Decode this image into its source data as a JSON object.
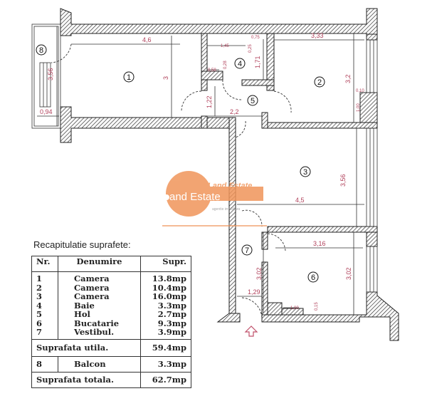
{
  "floorplan": {
    "rooms": [
      {
        "id": "1",
        "dims": [
          "4,6",
          "3"
        ]
      },
      {
        "id": "2",
        "dims": [
          "3,33",
          "3,2"
        ]
      },
      {
        "id": "3",
        "dims": [
          "4,5",
          "3,56"
        ]
      },
      {
        "id": "4",
        "dims": [
          "1,45",
          "1,71",
          "0,75",
          "0,25",
          "0,58",
          "0,28"
        ]
      },
      {
        "id": "5",
        "dims": [
          "2,2",
          "1,22"
        ]
      },
      {
        "id": "6",
        "dims": [
          "3,16",
          "3,02",
          "1,00",
          "0,15"
        ]
      },
      {
        "id": "7",
        "dims": [
          "3,02",
          "1,29"
        ]
      },
      {
        "id": "8",
        "dims": [
          "3,56",
          "0,94"
        ]
      }
    ],
    "extra_dims": [
      "0,10",
      "1,00"
    ],
    "labels": {
      "d_4_6": "4,6",
      "d_3": "3",
      "d_3_56_balcon": "3,56",
      "d_0_94": "0,94",
      "d_3_33": "3,33",
      "d_3_2": "3,2",
      "d_1_45": "1,45",
      "d_0_75": "0,75",
      "d_0_25": "0,25",
      "d_1_71": "1,71",
      "d_0_58": "0,58",
      "d_0_28": "0,28",
      "d_1_22": "1,22",
      "d_2_2": "2,2",
      "d_0_10": "0,10",
      "d_1_00_r2": "1,00",
      "d_3_56": "3,56",
      "d_4_5": "4,5",
      "d_3_16": "3,16",
      "d_3_02_k": "3,02",
      "d_3_02_v": "3,02",
      "d_1_29": "1,29",
      "d_1_00_k": "1,00",
      "d_0_15": "0,15",
      "n1": "1",
      "n2": "2",
      "n3": "3",
      "n4": "4",
      "n5": "5",
      "n6": "6",
      "n7": "7",
      "n8": "8"
    },
    "entrance_icon": "arrow-up-outline-icon"
  },
  "watermark": {
    "brand": "Land Estate",
    "bg_text": "and Estate",
    "sub": "agentie imobiliara",
    "color": "#f0955a"
  },
  "summary": {
    "title": "Recapitulatie suprafete:",
    "headers": [
      "Nr.",
      "Denumire",
      "Supr."
    ],
    "rows": [
      {
        "nr": "1",
        "name": "Camera",
        "area": "13.8mp"
      },
      {
        "nr": "2",
        "name": "Camera",
        "area": "10.4mp"
      },
      {
        "nr": "3",
        "name": "Camera",
        "area": "16.0mp"
      },
      {
        "nr": "4",
        "name": "Baie",
        "area": "3.3mp"
      },
      {
        "nr": "5",
        "name": "Hol",
        "area": "2.7mp"
      },
      {
        "nr": "6",
        "name": "Bucatarie",
        "area": "9.3mp"
      },
      {
        "nr": "7",
        "name": "Vestibul.",
        "area": "3.9mp"
      }
    ],
    "useful_label": "Suprafata utila.",
    "useful_value": "59.4mp",
    "balcony": {
      "nr": "8",
      "name": "Balcon",
      "area": "3.3mp"
    },
    "total_label": "Suprafata totala.",
    "total_value": "62.7mp"
  }
}
